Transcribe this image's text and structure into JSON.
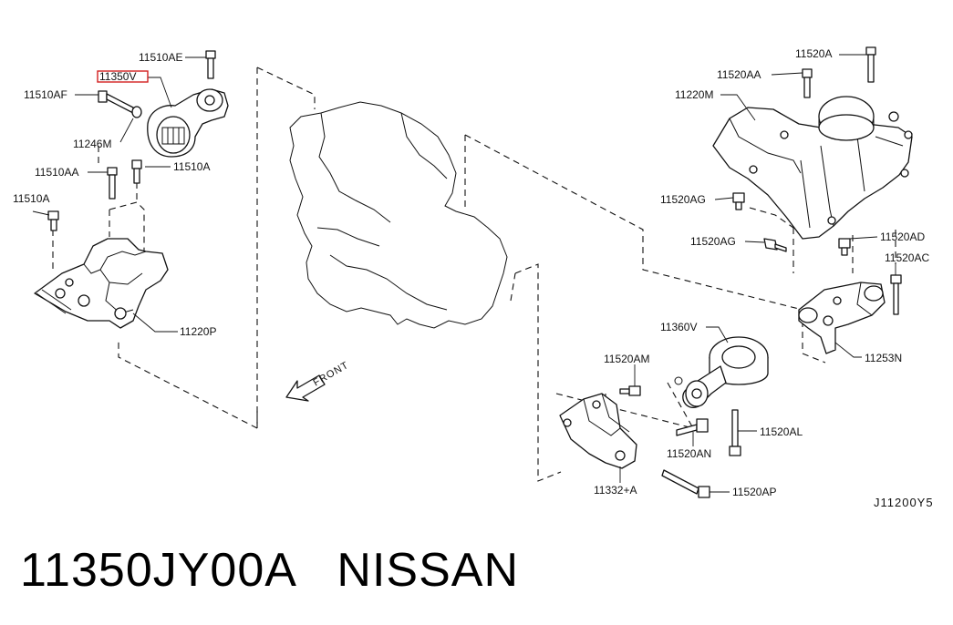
{
  "diagram": {
    "labels": {
      "p11510AE": "11510AE",
      "p11350V": "11350V",
      "p11510AF": "11510AF",
      "p11246M": "11246M",
      "p11510AA": "11510AA",
      "p11510A_top": "11510A",
      "p11510A_left": "11510A",
      "p11220P": "11220P",
      "p11520A": "11520A",
      "p11520AA": "11520AA",
      "p11220M": "11220M",
      "p11520AG_1": "11520AG",
      "p11520AG_2": "11520AG",
      "p11520AD": "11520AD",
      "p11520AC": "11520AC",
      "p11253N": "11253N",
      "p11360V": "11360V",
      "p11520AM": "11520AM",
      "p11520AL": "11520AL",
      "p11520AN": "11520AN",
      "p11332A": "11332+A",
      "p11520AP": "11520AP",
      "front": "FRONT",
      "diagram_code": "J11200Y5"
    },
    "highlighted_part": "11350V",
    "highlight_color": "#d21f1f",
    "icons": [
      "front-arrow-icon"
    ]
  },
  "caption": {
    "part_number": "11350JY00A",
    "brand": "NISSAN"
  }
}
